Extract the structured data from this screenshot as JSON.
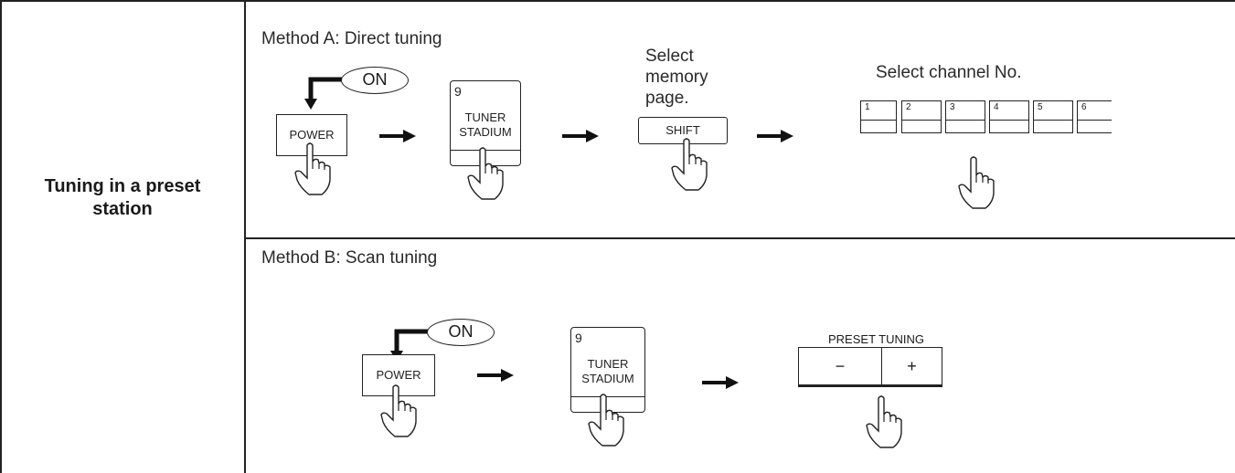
{
  "section": {
    "label_line1": "Tuning in a preset",
    "label_line2": "station"
  },
  "method_a": {
    "title": "Method A: Direct tuning",
    "power_label": "POWER",
    "on_label": "ON",
    "tuner_number": "9",
    "tuner_line1": "TUNER",
    "tuner_line2": "STADIUM",
    "select_memory_line1": "Select",
    "select_memory_line2": "memory",
    "select_memory_line3": "page.",
    "shift_label": "SHIFT",
    "select_channel": "Select channel No.",
    "channel_keys": [
      "1",
      "2",
      "3",
      "4",
      "5",
      "6"
    ]
  },
  "method_b": {
    "title": "Method B: Scan tuning",
    "power_label": "POWER",
    "on_label": "ON",
    "tuner_number": "9",
    "tuner_line1": "TUNER",
    "tuner_line2": "STADIUM",
    "preset_tuning_label": "PRESET TUNING",
    "minus_label": "−",
    "plus_label": "+"
  },
  "icons": [
    "hand-pointer-icon",
    "arrow-right-icon",
    "bent-arrow-icon"
  ]
}
